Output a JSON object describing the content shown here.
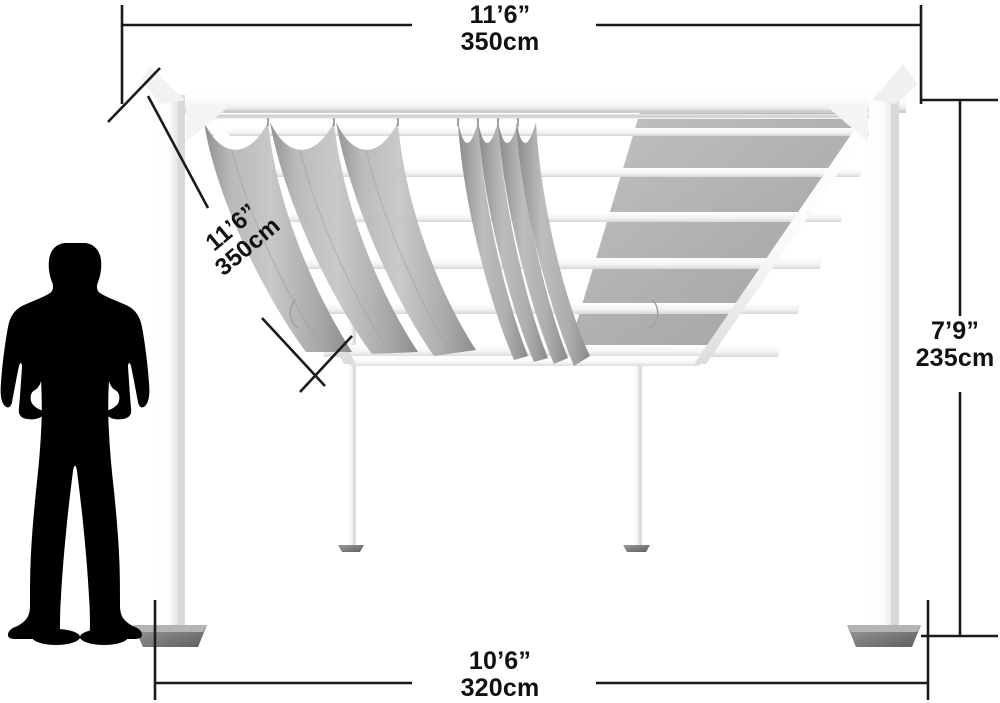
{
  "image": {
    "subject": "outdoor aluminum pergola with retractable canopy",
    "background_color": "#ffffff",
    "frame_color": "#ffffff",
    "canopy_color": "#a9a9a9",
    "dimension_line_color": "#1a1a1a",
    "silhouette_color": "#000000"
  },
  "dimensions": {
    "top": {
      "imperial": "11’6”",
      "metric": "350cm",
      "axis": "width-rear"
    },
    "diagonal": {
      "imperial": "11’6”",
      "metric": "350cm",
      "axis": "depth"
    },
    "right": {
      "imperial": "7’9”",
      "metric": "235cm",
      "axis": "height"
    },
    "bottom": {
      "imperial": "10’6”",
      "metric": "320cm",
      "axis": "width-post-to-post"
    }
  },
  "scale_figure": {
    "name": "human-silhouette"
  }
}
